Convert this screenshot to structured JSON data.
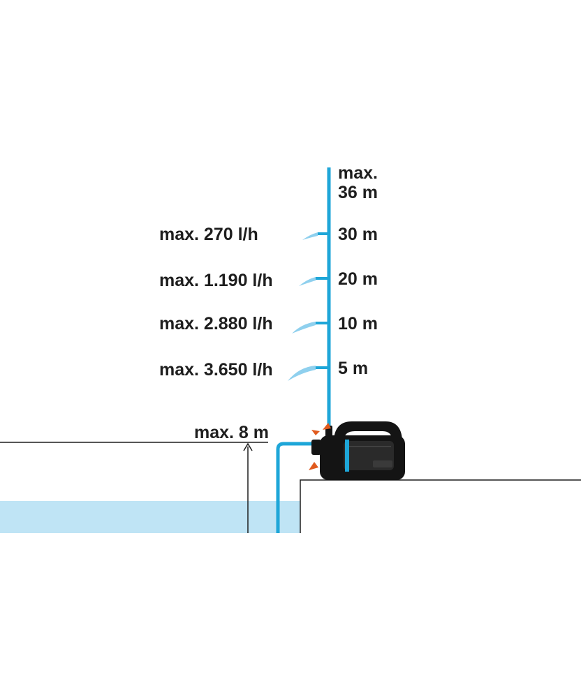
{
  "top_label": {
    "line1": "max.",
    "line2": "36 m"
  },
  "levels": [
    {
      "height": "30 m",
      "flow": "max. 270 l/h"
    },
    {
      "height": "20 m",
      "flow": "max. 1.190 l/h"
    },
    {
      "height": "10 m",
      "flow": "max. 2.880 l/h"
    },
    {
      "height": "5 m",
      "flow": "max. 3.650 l/h"
    }
  ],
  "suction_label": "max. 8 m",
  "colors": {
    "pipe": "#1ea6d8",
    "water": "#bfe4f5",
    "spray": "#8fd0ee",
    "ground_line": "#1e1e1e",
    "pump_body": "#141414",
    "pump_accent": "#e05a1e"
  }
}
